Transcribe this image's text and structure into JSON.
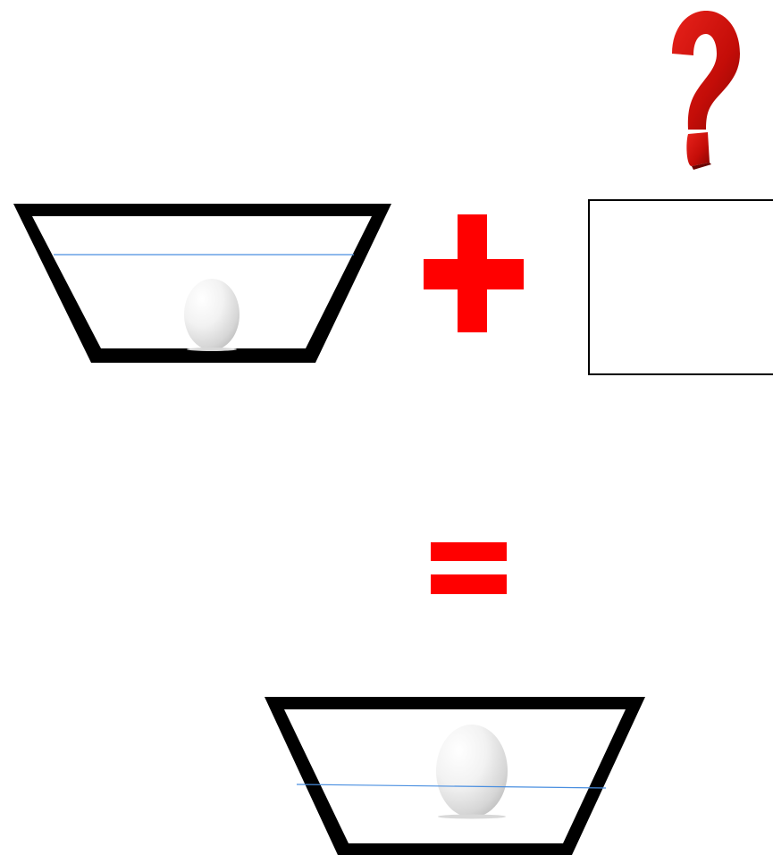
{
  "puzzle": {
    "description_items": [
      "bowl-with-egg-low-water",
      "plus",
      "unknown",
      "equals",
      "bowl-with-egg-high-water"
    ]
  },
  "colors": {
    "bowl_outline": "#000000",
    "water_line": "#4a8fe0",
    "operator_red": "#ff0000",
    "question_mark_red": "#d0100c",
    "egg_highlight": "#ffffff",
    "egg_shadow": "#cfcfcf"
  },
  "icons": {
    "plus": "plus-icon",
    "equals": "equals-icon",
    "question": "question-mark-icon"
  }
}
